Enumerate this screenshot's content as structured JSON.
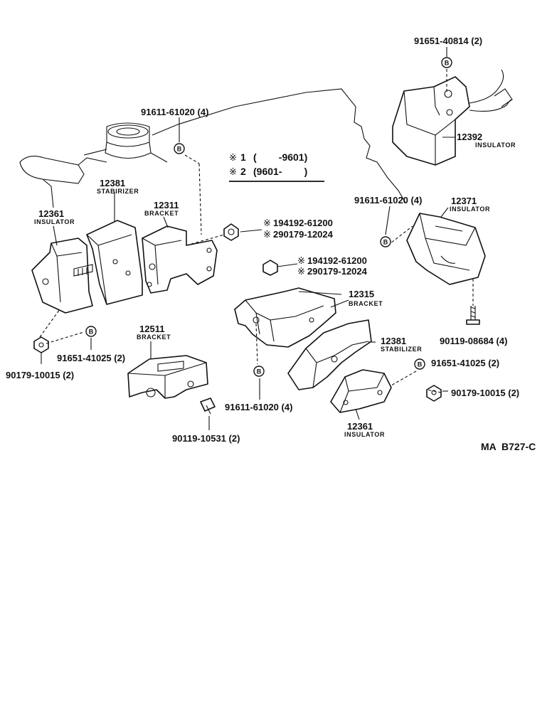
{
  "legend": {
    "mark_symbol": "※",
    "row1_num": "1",
    "row1_range": "(        -9601)",
    "row2_num": "2",
    "row2_range": "(9601-        )"
  },
  "ref_symbol": "B",
  "figure_code": "MA  B727-C",
  "parts": {
    "p_91651_40814": "91651-40814 (2)",
    "p_12392": "12392",
    "p_12392_name": "INSULATOR",
    "p_91611_top": "91611-61020 (4)",
    "p_12381_left": "12381",
    "p_12381_left_name": "STABIRIZER",
    "p_12311": "12311",
    "p_12311_name": "BRACKET",
    "p_12361_left": "12361",
    "p_12361_left_name": "INSULATOR",
    "p_alt_upper_1": "194192-61200",
    "p_alt_upper_2": "290179-12024",
    "p_91611_right": "91611-61020 (4)",
    "p_12371": "12371",
    "p_12371_name": "INSULATOR",
    "p_alt_lower_1": "194192-61200",
    "p_alt_lower_2": "290179-12024",
    "p_12315": "12315",
    "p_12315_name": "BRACKET",
    "p_90119_08684": "90119-08684 (4)",
    "p_12381_right": "12381",
    "p_12381_right_name": "STABILIZER",
    "p_12511": "12511",
    "p_12511_name": "BRACKET",
    "p_91651_left": "91651-41025 (2)",
    "p_90179_left": "90179-10015 (2)",
    "p_91651_right": "91651-41025 (2)",
    "p_90179_right": "90179-10015 (2)",
    "p_91611_bottom": "91611-61020 (4)",
    "p_90119_10531": "90119-10531 (2)",
    "p_12361_right": "12361",
    "p_12361_right_name": "INSULATOR"
  }
}
